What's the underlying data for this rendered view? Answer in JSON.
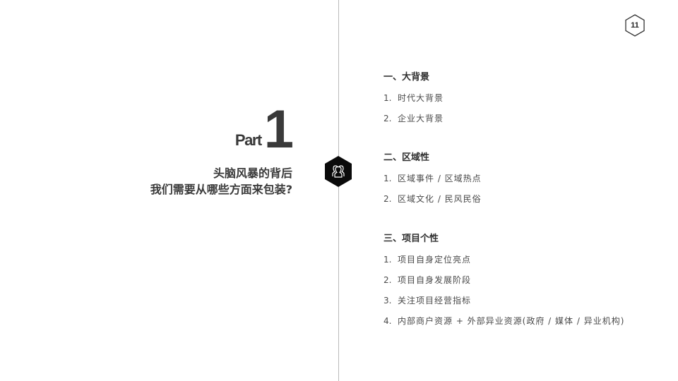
{
  "page_number": "11",
  "left": {
    "part_word": "Part",
    "part_number": "1",
    "subtitle_line1": "头脑风暴的背后",
    "subtitle_line2": "我们需要从哪些方面来包装?"
  },
  "center_icon": "people-group-icon",
  "sections": [
    {
      "title": "一、大背景",
      "items": [
        {
          "num": "1.",
          "text": "时代大背景"
        },
        {
          "num": "2.",
          "text": "企业大背景"
        }
      ]
    },
    {
      "title": "二、区域性",
      "items": [
        {
          "num": "1.",
          "text": "区域事件 / 区域热点"
        },
        {
          "num": "2.",
          "text": "区域文化 / 民风民俗"
        }
      ]
    },
    {
      "title": "三、项目个性",
      "items": [
        {
          "num": "1.",
          "text": "项目自身定位亮点"
        },
        {
          "num": "2.",
          "text": "项目自身发展阶段"
        },
        {
          "num": "3.",
          "text": "关注项目经营指标"
        },
        {
          "num": "4.",
          "text": "内部商户资源 + 外部异业资源(政府 / 媒体 / 异业机构)"
        }
      ]
    }
  ]
}
